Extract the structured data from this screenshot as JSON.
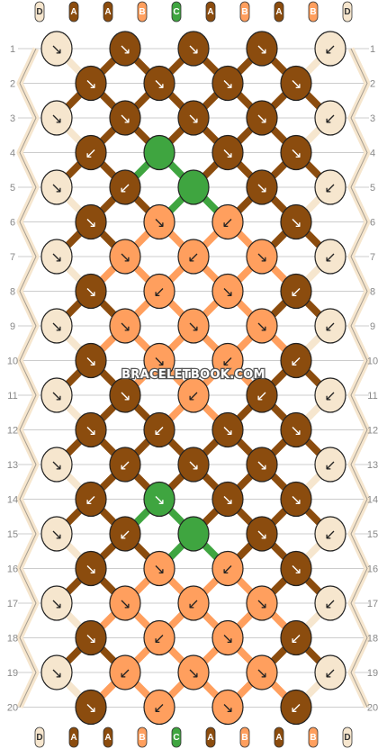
{
  "watermark": "BRACELETBOOK.COM",
  "colors": {
    "A": "#8B4C0E",
    "B": "#FF9F5E",
    "C": "#3FA540",
    "D": "#F6E6CE",
    "outline": "#222222",
    "grid": "#cccccc",
    "label": "#888888"
  },
  "strand_top": [
    "D",
    "A",
    "A",
    "B",
    "C",
    "A",
    "B",
    "A",
    "B",
    "D"
  ],
  "strand_bottom": [
    "D",
    "A",
    "A",
    "B",
    "C",
    "A",
    "B",
    "A",
    "B",
    "D"
  ],
  "row_labels": [
    "1",
    "2",
    "3",
    "4",
    "5",
    "6",
    "7",
    "8",
    "9",
    "10",
    "11",
    "12",
    "13",
    "14",
    "15",
    "16",
    "17",
    "18",
    "19",
    "20"
  ],
  "rows": [
    {
      "knots": [
        {
          "c": "D",
          "d": "↘"
        },
        {
          "c": "A",
          "d": "↘"
        },
        {
          "c": "A",
          "d": "↘"
        },
        {
          "c": "A",
          "d": "↘"
        },
        {
          "c": "D",
          "d": "↙"
        }
      ]
    },
    {
      "knots": [
        {
          "c": "A",
          "d": "↘"
        },
        {
          "c": "A",
          "d": "↘"
        },
        {
          "c": "A",
          "d": "↘"
        },
        {
          "c": "A",
          "d": "↘"
        }
      ]
    },
    {
      "knots": [
        {
          "c": "D",
          "d": "↘"
        },
        {
          "c": "A",
          "d": "↘"
        },
        {
          "c": "A",
          "d": "↘"
        },
        {
          "c": "A",
          "d": "↘"
        },
        {
          "c": "D",
          "d": "↙"
        }
      ]
    },
    {
      "knots": [
        {
          "c": "A",
          "d": "↙"
        },
        {
          "c": "C",
          "d": ""
        },
        {
          "c": "A",
          "d": "↘"
        },
        {
          "c": "A",
          "d": "↘"
        }
      ]
    },
    {
      "knots": [
        {
          "c": "D",
          "d": "↘"
        },
        {
          "c": "A",
          "d": "↙"
        },
        {
          "c": "C",
          "d": ""
        },
        {
          "c": "A",
          "d": "↘"
        },
        {
          "c": "D",
          "d": "↙"
        }
      ]
    },
    {
      "knots": [
        {
          "c": "A",
          "d": "↘"
        },
        {
          "c": "B",
          "d": "↘"
        },
        {
          "c": "B",
          "d": "↙"
        },
        {
          "c": "A",
          "d": "↘"
        }
      ]
    },
    {
      "knots": [
        {
          "c": "D",
          "d": "↘"
        },
        {
          "c": "B",
          "d": "↘"
        },
        {
          "c": "B",
          "d": "↙"
        },
        {
          "c": "B",
          "d": "↘"
        },
        {
          "c": "D",
          "d": "↙"
        }
      ]
    },
    {
      "knots": [
        {
          "c": "A",
          "d": "↘"
        },
        {
          "c": "B",
          "d": "↙"
        },
        {
          "c": "B",
          "d": "↘"
        },
        {
          "c": "A",
          "d": "↙"
        }
      ]
    },
    {
      "knots": [
        {
          "c": "D",
          "d": "↘"
        },
        {
          "c": "B",
          "d": "↘"
        },
        {
          "c": "B",
          "d": "↘"
        },
        {
          "c": "B",
          "d": "↘"
        },
        {
          "c": "D",
          "d": "↙"
        }
      ]
    },
    {
      "knots": [
        {
          "c": "A",
          "d": "↘"
        },
        {
          "c": "B",
          "d": "↘"
        },
        {
          "c": "B",
          "d": "↙"
        },
        {
          "c": "A",
          "d": "↙"
        }
      ]
    },
    {
      "knots": [
        {
          "c": "D",
          "d": "↘"
        },
        {
          "c": "A",
          "d": "↘"
        },
        {
          "c": "B",
          "d": "↙"
        },
        {
          "c": "A",
          "d": "↙"
        },
        {
          "c": "D",
          "d": "↙"
        }
      ]
    },
    {
      "knots": [
        {
          "c": "A",
          "d": "↘"
        },
        {
          "c": "A",
          "d": "↙"
        },
        {
          "c": "A",
          "d": "↘"
        },
        {
          "c": "A",
          "d": "↘"
        }
      ]
    },
    {
      "knots": [
        {
          "c": "D",
          "d": "↘"
        },
        {
          "c": "A",
          "d": "↙"
        },
        {
          "c": "A",
          "d": "↘"
        },
        {
          "c": "A",
          "d": "↘"
        },
        {
          "c": "D",
          "d": "↙"
        }
      ]
    },
    {
      "knots": [
        {
          "c": "A",
          "d": "↙"
        },
        {
          "c": "C",
          "d": "↘"
        },
        {
          "c": "A",
          "d": "↘"
        },
        {
          "c": "A",
          "d": "↘"
        }
      ]
    },
    {
      "knots": [
        {
          "c": "D",
          "d": "↘"
        },
        {
          "c": "A",
          "d": "↙"
        },
        {
          "c": "C",
          "d": ""
        },
        {
          "c": "A",
          "d": "↘"
        },
        {
          "c": "D",
          "d": "↙"
        }
      ]
    },
    {
      "knots": [
        {
          "c": "A",
          "d": "↘"
        },
        {
          "c": "B",
          "d": "↘"
        },
        {
          "c": "B",
          "d": "↙"
        },
        {
          "c": "A",
          "d": "↘"
        }
      ]
    },
    {
      "knots": [
        {
          "c": "D",
          "d": "↘"
        },
        {
          "c": "B",
          "d": "↘"
        },
        {
          "c": "B",
          "d": "↙"
        },
        {
          "c": "B",
          "d": "↘"
        },
        {
          "c": "D",
          "d": "↙"
        }
      ]
    },
    {
      "knots": [
        {
          "c": "A",
          "d": "↘"
        },
        {
          "c": "B",
          "d": "↙"
        },
        {
          "c": "B",
          "d": "↘"
        },
        {
          "c": "A",
          "d": "↙"
        }
      ]
    },
    {
      "knots": [
        {
          "c": "D",
          "d": "↘"
        },
        {
          "c": "B",
          "d": "↙"
        },
        {
          "c": "B",
          "d": "↘"
        },
        {
          "c": "B",
          "d": "↘"
        },
        {
          "c": "D",
          "d": "↙"
        }
      ]
    },
    {
      "knots": [
        {
          "c": "A",
          "d": "↘"
        },
        {
          "c": "B",
          "d": "↙"
        },
        {
          "c": "B",
          "d": "↘"
        },
        {
          "c": "A",
          "d": "↙"
        }
      ]
    }
  ]
}
